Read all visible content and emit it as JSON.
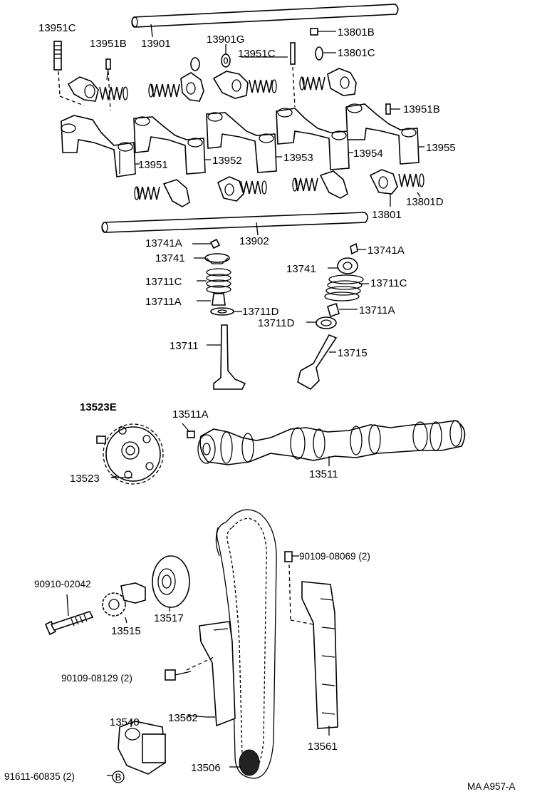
{
  "diagram_id": "MA A957-A",
  "labels": {
    "p13951C_a": "13951C",
    "p13901": "13901",
    "p13951B_a": "13951B",
    "p13901G": "13901G",
    "p13951C_b": "13951C",
    "p13801B": "13801B",
    "p13801C": "13801C",
    "p13951B_b": "13951B",
    "p13955": "13955",
    "p13954": "13954",
    "p13953": "13953",
    "p13952": "13952",
    "p13951": "13951",
    "p13801D": "13801D",
    "p13801": "13801",
    "p13902": "13902",
    "p13741A_a": "13741A",
    "p13741_a": "13741",
    "p13711C_a": "13711C",
    "p13711A_a": "13711A",
    "p13711D_a": "13711D",
    "p13711": "13711",
    "p13741A_b": "13741A",
    "p13741_b": "13741",
    "p13711C_b": "13711C",
    "p13711A_b": "13711A",
    "p13711D_b": "13711D",
    "p13715": "13715",
    "p13523E": "13523E",
    "p13523": "13523",
    "p13511A": "13511A",
    "p13511": "13511",
    "p90109_08069": "90109-08069 (2)",
    "p90910_02042": "90910-02042",
    "p13515": "13515",
    "p13517": "13517",
    "p90109_08129": "90109-08129 (2)",
    "p13562": "13562",
    "p13540": "13540",
    "p91611_60835": "91611-60835 (2)",
    "circle_b": "B",
    "p13506": "13506",
    "p13561": "13561",
    "footer": "MA A957-A"
  }
}
